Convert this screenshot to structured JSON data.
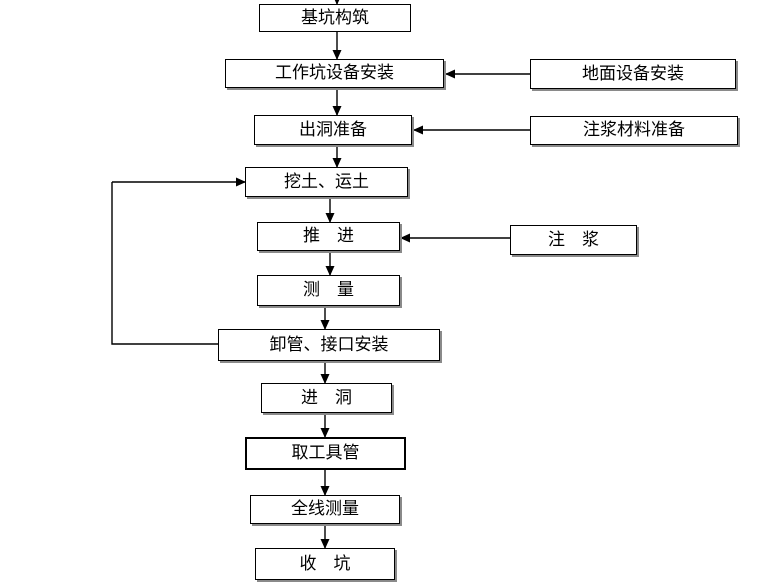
{
  "flow": {
    "steps": {
      "pit_construction": "基坑构筑",
      "working_pit_equipment": "工作坑设备安装",
      "exit_preparation": "出洞准备",
      "excavation_transport": "挖土、运土",
      "jacking": "推　进",
      "survey": "测　量",
      "pipe_unloading_joint": "卸管、接口安装",
      "hole_entry": "进　洞",
      "tool_pipe_removal": "取工具管",
      "full_line_survey": "全线测量",
      "pit_closure": "收　坑"
    },
    "inputs": {
      "ground_equipment": "地面设备安装",
      "grouting_material": "注浆材料准备",
      "grouting": "注　浆"
    }
  }
}
